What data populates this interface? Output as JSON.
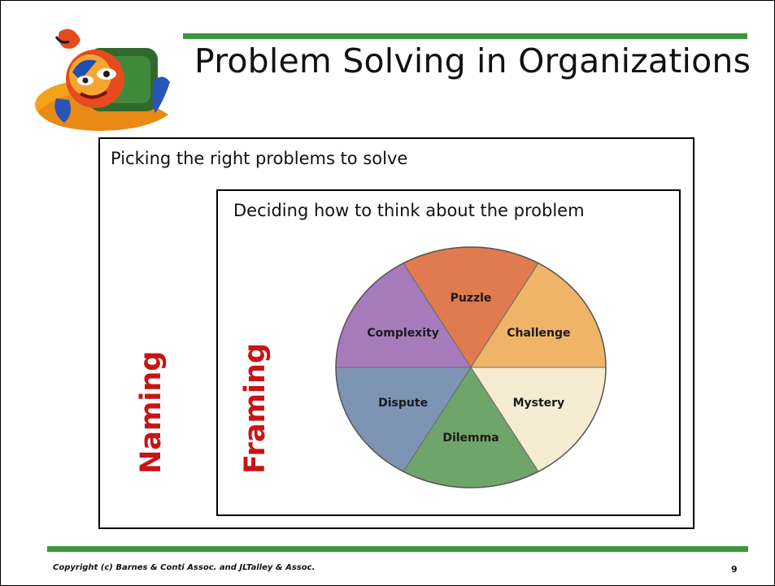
{
  "slide": {
    "title": "Problem Solving in Organizations",
    "outer_label": "Picking the right problems to solve",
    "inner_label": "Deciding how to think about the problem",
    "naming_label": "Naming",
    "framing_label": "Framing",
    "copyright": "Copyright (c) Barnes & Conti Assoc. and JLTalley & Assoc.",
    "page_number": "9"
  },
  "wheel": {
    "segments": [
      {
        "label": "Puzzle",
        "color": "#e07a4f"
      },
      {
        "label": "Challenge",
        "color": "#f0b469"
      },
      {
        "label": "Mystery",
        "color": "#f6ecd2"
      },
      {
        "label": "Dilemma",
        "color": "#6fa46a"
      },
      {
        "label": "Dispute",
        "color": "#7d94b4"
      },
      {
        "label": "Complexity",
        "color": "#a67abb"
      }
    ]
  },
  "colors": {
    "rule_green": "#3c963c",
    "accent_red": "#c81414"
  }
}
